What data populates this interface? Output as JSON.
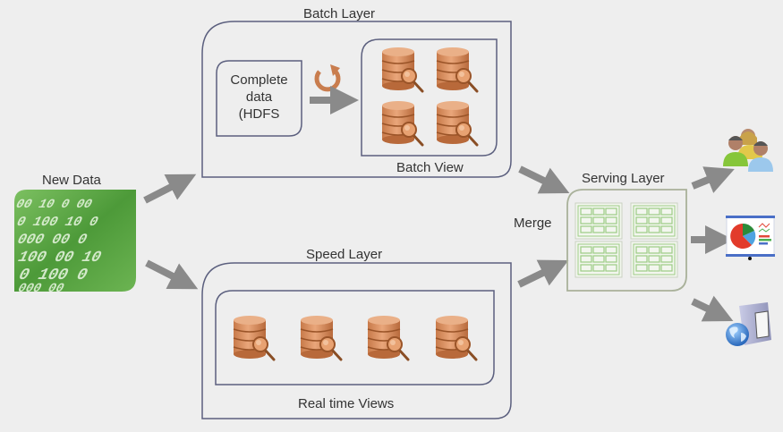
{
  "new_data": {
    "label": "New Data"
  },
  "batch_layer": {
    "title": "Batch Layer",
    "complete_data_lines": [
      "Complete",
      "data",
      "(HDFS"
    ],
    "batch_view_label": "Batch View"
  },
  "speed_layer": {
    "title": "Speed Layer",
    "real_time_views_label": "Real time Views"
  },
  "serving_layer": {
    "title": "Serving Layer",
    "merge_label": "Merge"
  },
  "outputs": [
    {
      "icon": "users-icon"
    },
    {
      "icon": "presentation-chart-icon"
    },
    {
      "icon": "web-server-icon"
    }
  ],
  "colors": {
    "background": "#eeeeee",
    "frame": "#5b5f7e",
    "arrow": "#8a8a8a",
    "database": "#d98f5e",
    "data_green": "#5aa444",
    "serving_frame": "#a9b19a",
    "grid_green": "#9ccc84"
  }
}
